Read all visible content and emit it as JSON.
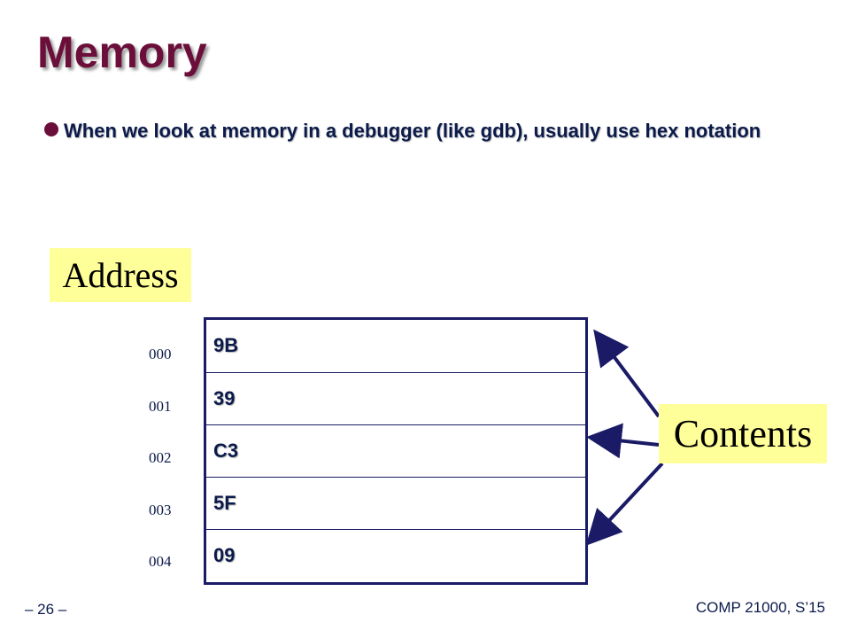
{
  "slide": {
    "title": "Memory",
    "bullet": "When we look at memory in a debugger (like gdb), usually use hex notation"
  },
  "labels": {
    "address": "Address",
    "contents": "Contents"
  },
  "memory": {
    "addresses": [
      "000",
      "001",
      "002",
      "003",
      "004"
    ],
    "contents": [
      "9B",
      "39",
      "C3",
      "5F",
      "09"
    ]
  },
  "footer": {
    "page": "– 26 –",
    "course": "COMP 21000, S’15"
  },
  "colors": {
    "title": "#6b0f3a",
    "text": "#0b1a4a",
    "label_bg": "#ffff99",
    "border": "#1a1a66"
  }
}
